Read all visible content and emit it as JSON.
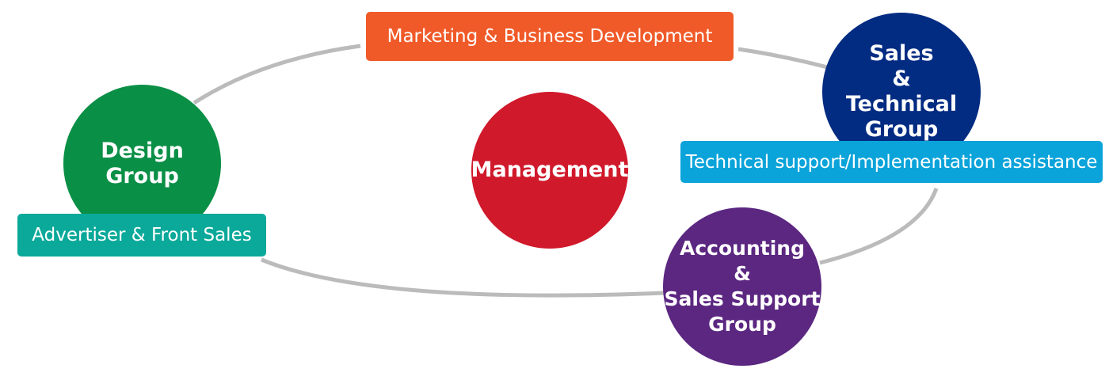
{
  "colors": {
    "ring": "#bbbbbb",
    "design": "#0a8f46",
    "management": "#d0192b",
    "sales": "#022b82",
    "accounting": "#5b2781",
    "marketing": "#f05a28",
    "technical": "#0aa3da",
    "advertiser": "#0aa99a"
  },
  "nodes": {
    "management": "Management",
    "design": "Design\nGroup",
    "sales": "Sales\n&\nTechnical\nGroup",
    "accounting": "Accounting\n&\nSales Support\nGroup"
  },
  "labels": {
    "marketing": "Marketing & Business Development",
    "technical": "Technical support/Implementation assistance",
    "advertiser": "Advertiser & Front Sales"
  }
}
